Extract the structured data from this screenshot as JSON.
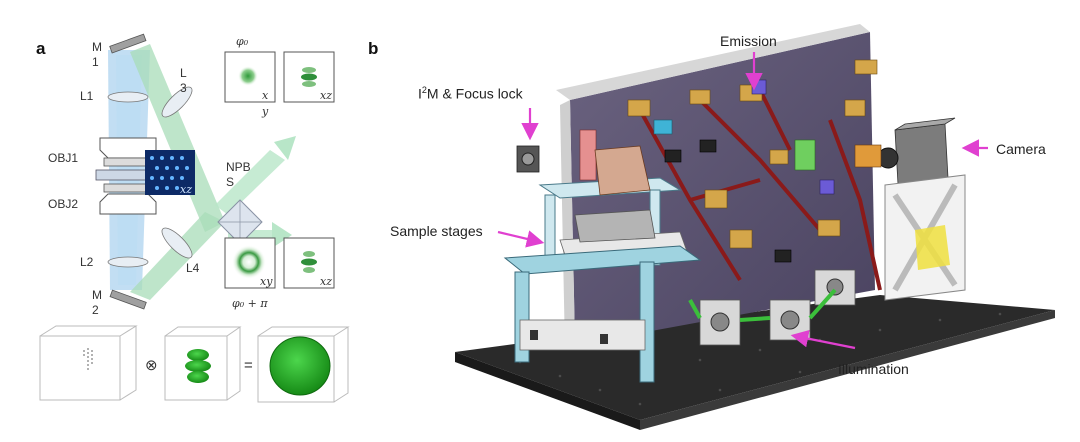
{
  "panel_a": {
    "label": "a",
    "mirror_top": "M\n1",
    "lens_l1": "L1",
    "lens_l3": "L\n3",
    "objective_1": "OBJ1",
    "objective_2": "OBJ2",
    "lens_l2": "L2",
    "lens_l4": "L4",
    "mirror_bottom": "M\n2",
    "beamsplitter": "NPB\nS",
    "phase_top": "φ₀",
    "phase_bottom": "φ₀ + π",
    "inset_x": "x",
    "inset_y": "y",
    "inset_xz_top": "xz",
    "inset_xy": "xy",
    "inset_xz_bottom": "xz",
    "interference_xz": "xz",
    "convolve_symbol": "⊗",
    "equals_symbol": "="
  },
  "panel_b": {
    "label": "b",
    "emission": "Emission",
    "i2m_prefix": "I",
    "i2m_sup": "2",
    "i2m_suffix": "M & Focus lock",
    "camera": "Camera",
    "sample_stages": "Sample stages",
    "illumination": "Illumination"
  },
  "colors": {
    "beam_green": "#a8dcb8",
    "beam_blue": "#8fc3ea",
    "arrow_magenta": "#e040d0",
    "board_purple": "#5c5470",
    "table_black": "#2a2a2a",
    "frame_lightblue": "#9fd3e0"
  }
}
